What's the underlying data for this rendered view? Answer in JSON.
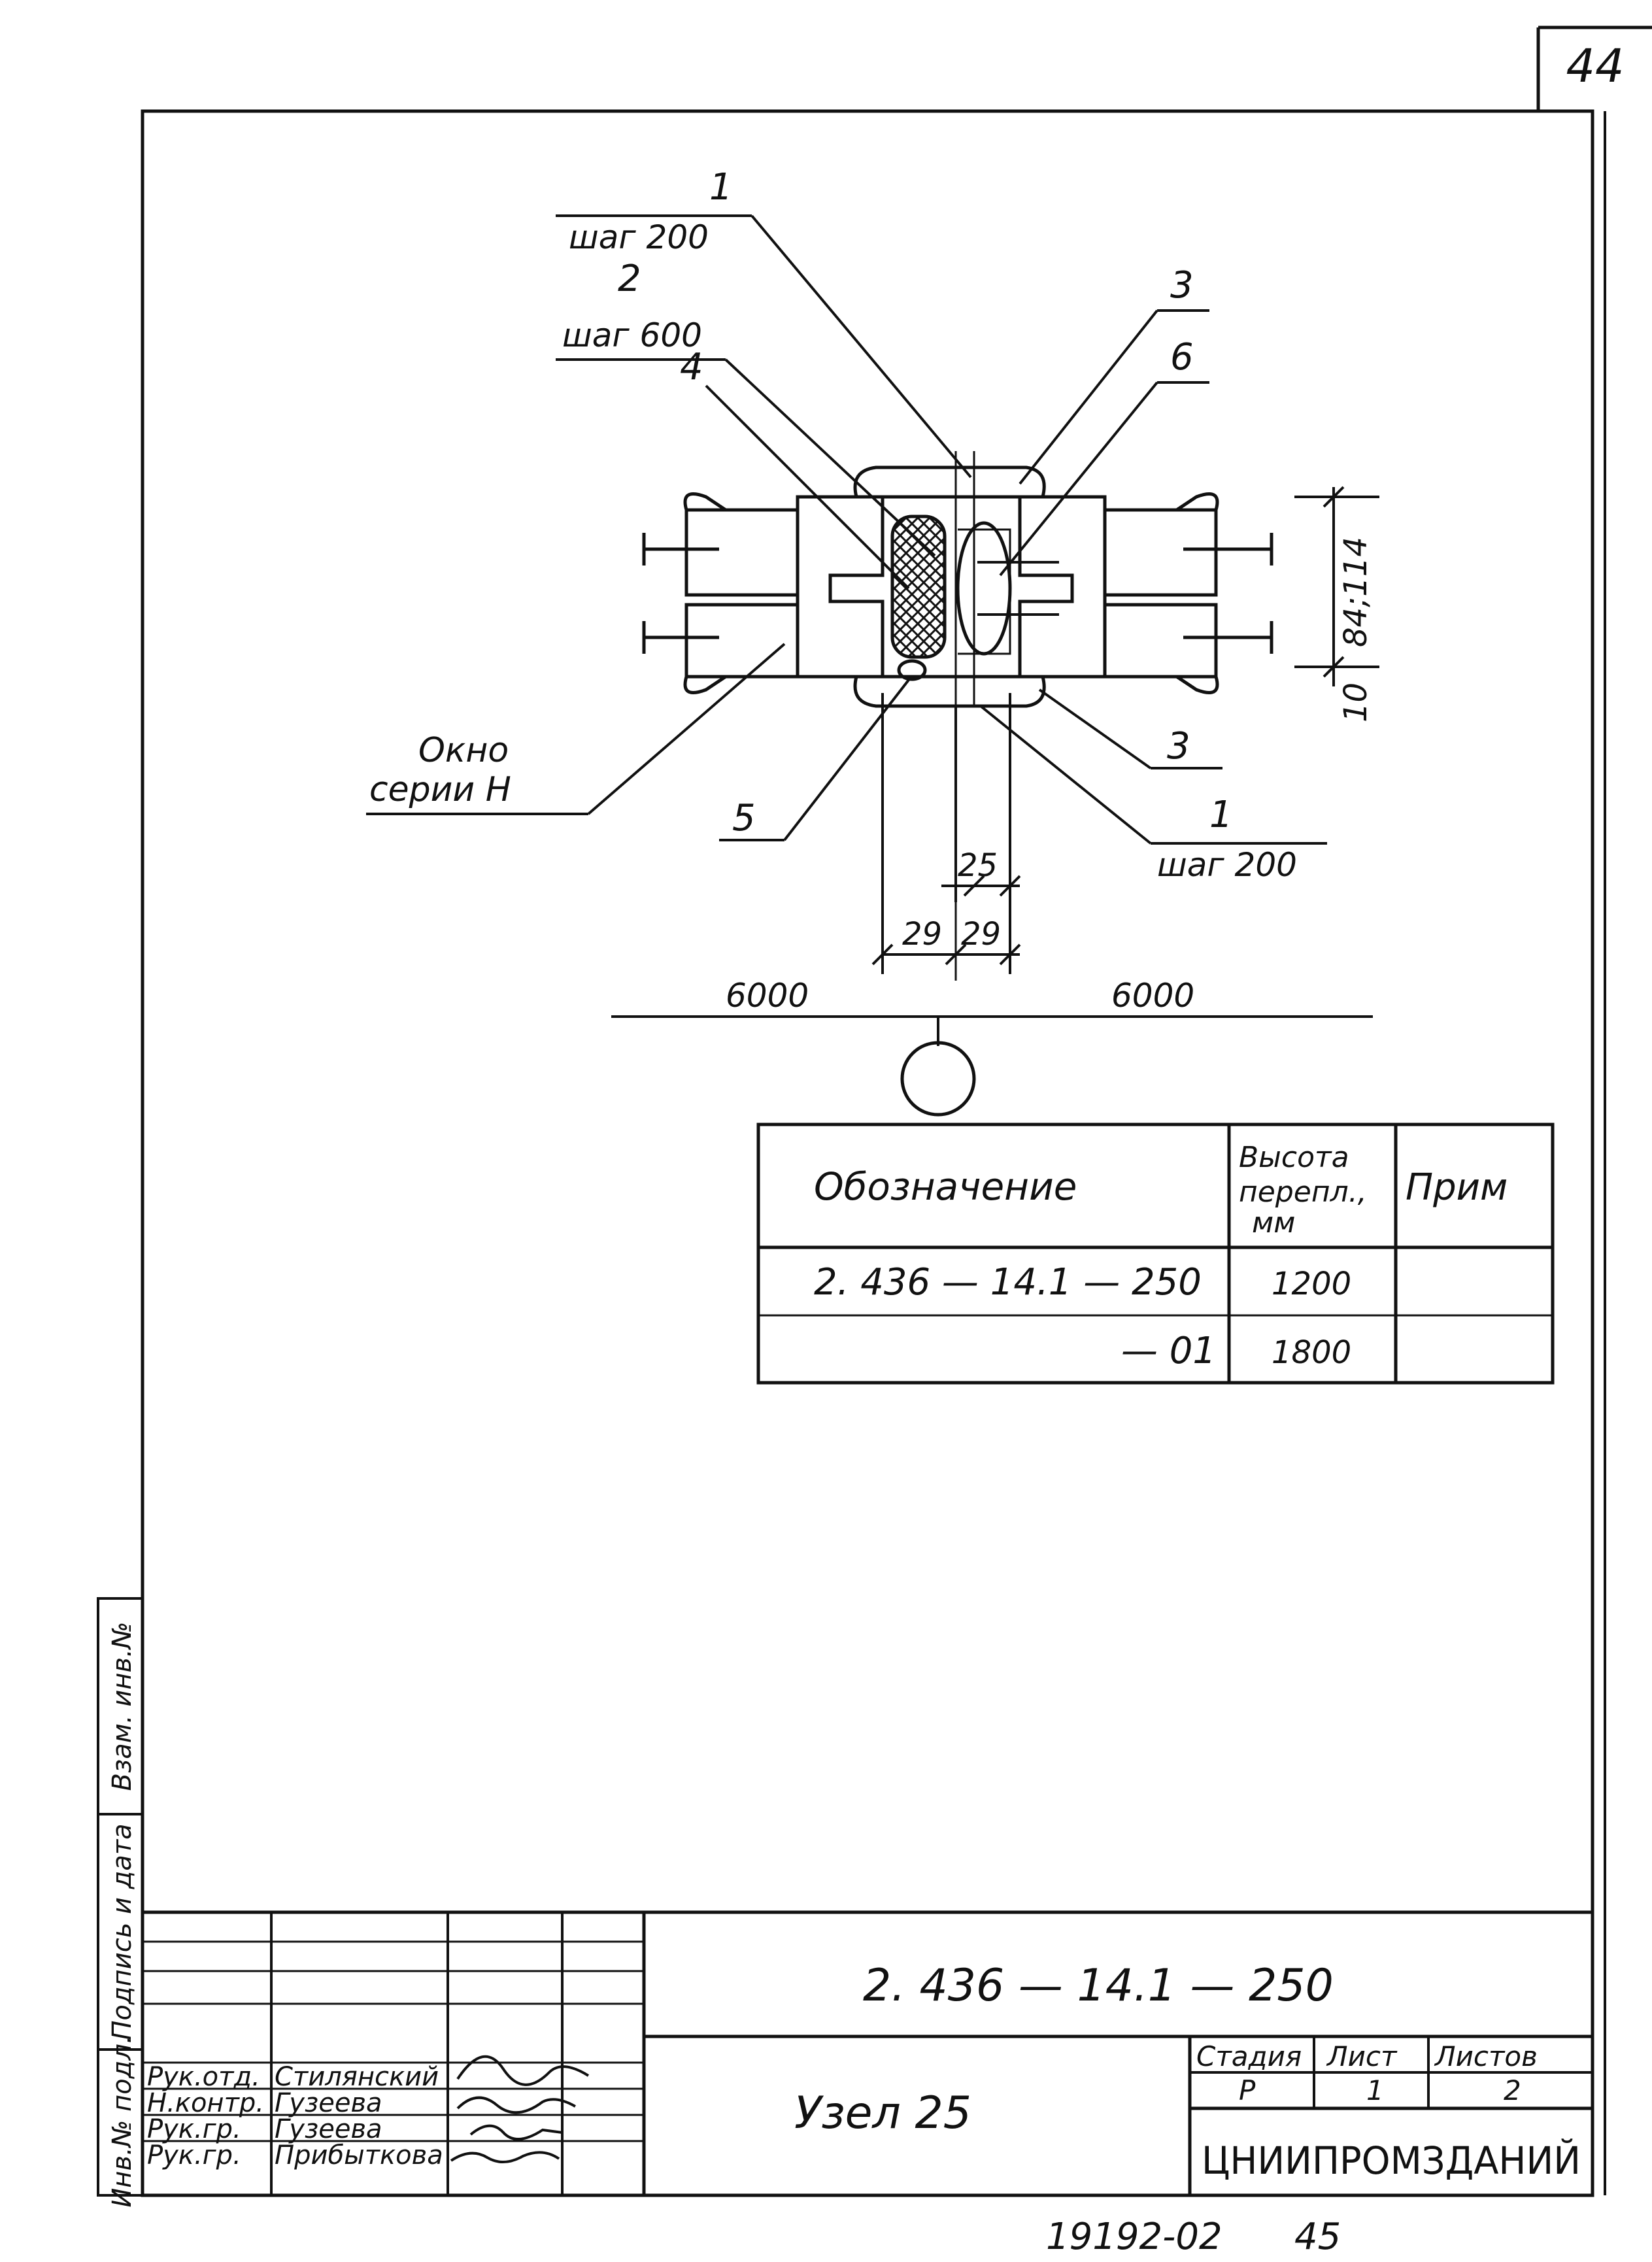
{
  "sheet_number": "44",
  "drawing": {
    "leaders": [
      {
        "num": "1",
        "note": "шаг 200"
      },
      {
        "num": "2",
        "note": "шаг 600"
      },
      {
        "num": "4",
        "note": ""
      },
      {
        "num": "3",
        "note": ""
      },
      {
        "num": "6",
        "note": ""
      },
      {
        "num": "3",
        "note": ""
      },
      {
        "num": "1",
        "note": "шаг 200"
      },
      {
        "num": "5",
        "note": ""
      }
    ],
    "window_label_line1": "Окно",
    "window_label_line2": "серии Н",
    "dim_25": "25",
    "dim_29a": "29",
    "dim_29b": "29",
    "dim_height": "84;114",
    "dim_10": "10",
    "axis_left": "6000",
    "axis_right": "6000"
  },
  "spec_table": {
    "headers": {
      "designation": "Обозначение",
      "height_line1": "Высота",
      "height_line2": "перепл.,",
      "height_line3": "мм",
      "note": "Прим"
    },
    "rows": [
      {
        "designation": "2. 436 — 14.1 — 250",
        "height": "1200",
        "note": ""
      },
      {
        "designation": "— 01",
        "height": "1800",
        "note": ""
      }
    ]
  },
  "side_stamp": {
    "col1": "Взам. инв.№",
    "col2": "Подпись и дата",
    "col3": "Инв.№ подл."
  },
  "title_block": {
    "code": "2. 436 — 14.1 — 250",
    "title": "Узел 25",
    "people": [
      {
        "role": "Рук.отд.",
        "name": "Стилянский"
      },
      {
        "role": "Н.контр.",
        "name": "Гузеева"
      },
      {
        "role": "Рук.гр.",
        "name": "Гузеева"
      },
      {
        "role": "Рук.гр.",
        "name": "Прибыткова"
      }
    ],
    "stage_header": "Стадия",
    "sheet_header": "Лист",
    "sheets_header": "Листов",
    "stage": "Р",
    "sheet": "1",
    "sheets": "2",
    "organization": "ЦНИИПРОМЗДАНИЙ"
  },
  "footer": {
    "number": "19192-02",
    "page": "45"
  }
}
